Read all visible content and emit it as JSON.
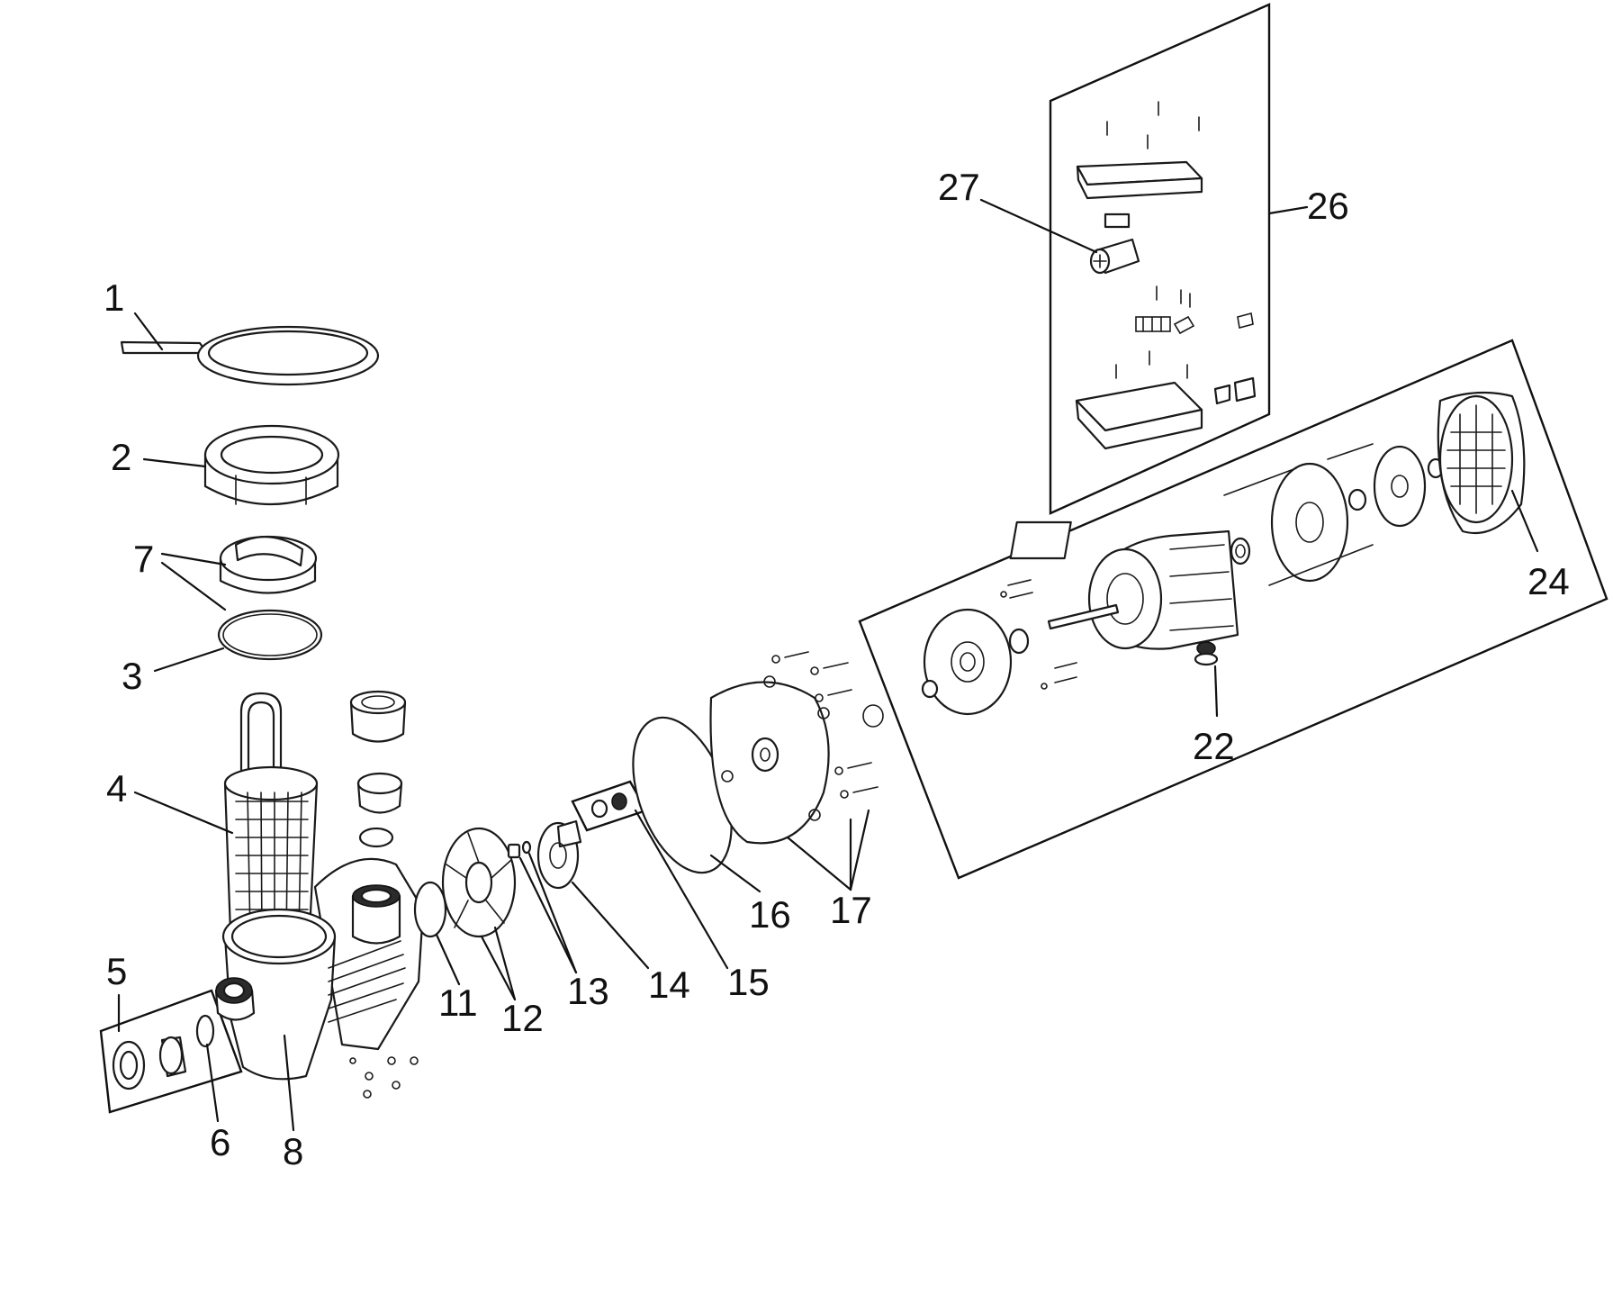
{
  "callouts": {
    "n1": "1",
    "n2": "2",
    "n3": "3",
    "n4": "4",
    "n5": "5",
    "n6": "6",
    "n7": "7",
    "n8": "8",
    "n11": "11",
    "n12": "12",
    "n13": "13",
    "n14": "14",
    "n15": "15",
    "n16": "16",
    "n17": "17",
    "n22": "22",
    "n24": "24",
    "n26": "26",
    "n27": "27"
  },
  "colors": {
    "ink": "#111111",
    "paper": "#ffffff"
  }
}
